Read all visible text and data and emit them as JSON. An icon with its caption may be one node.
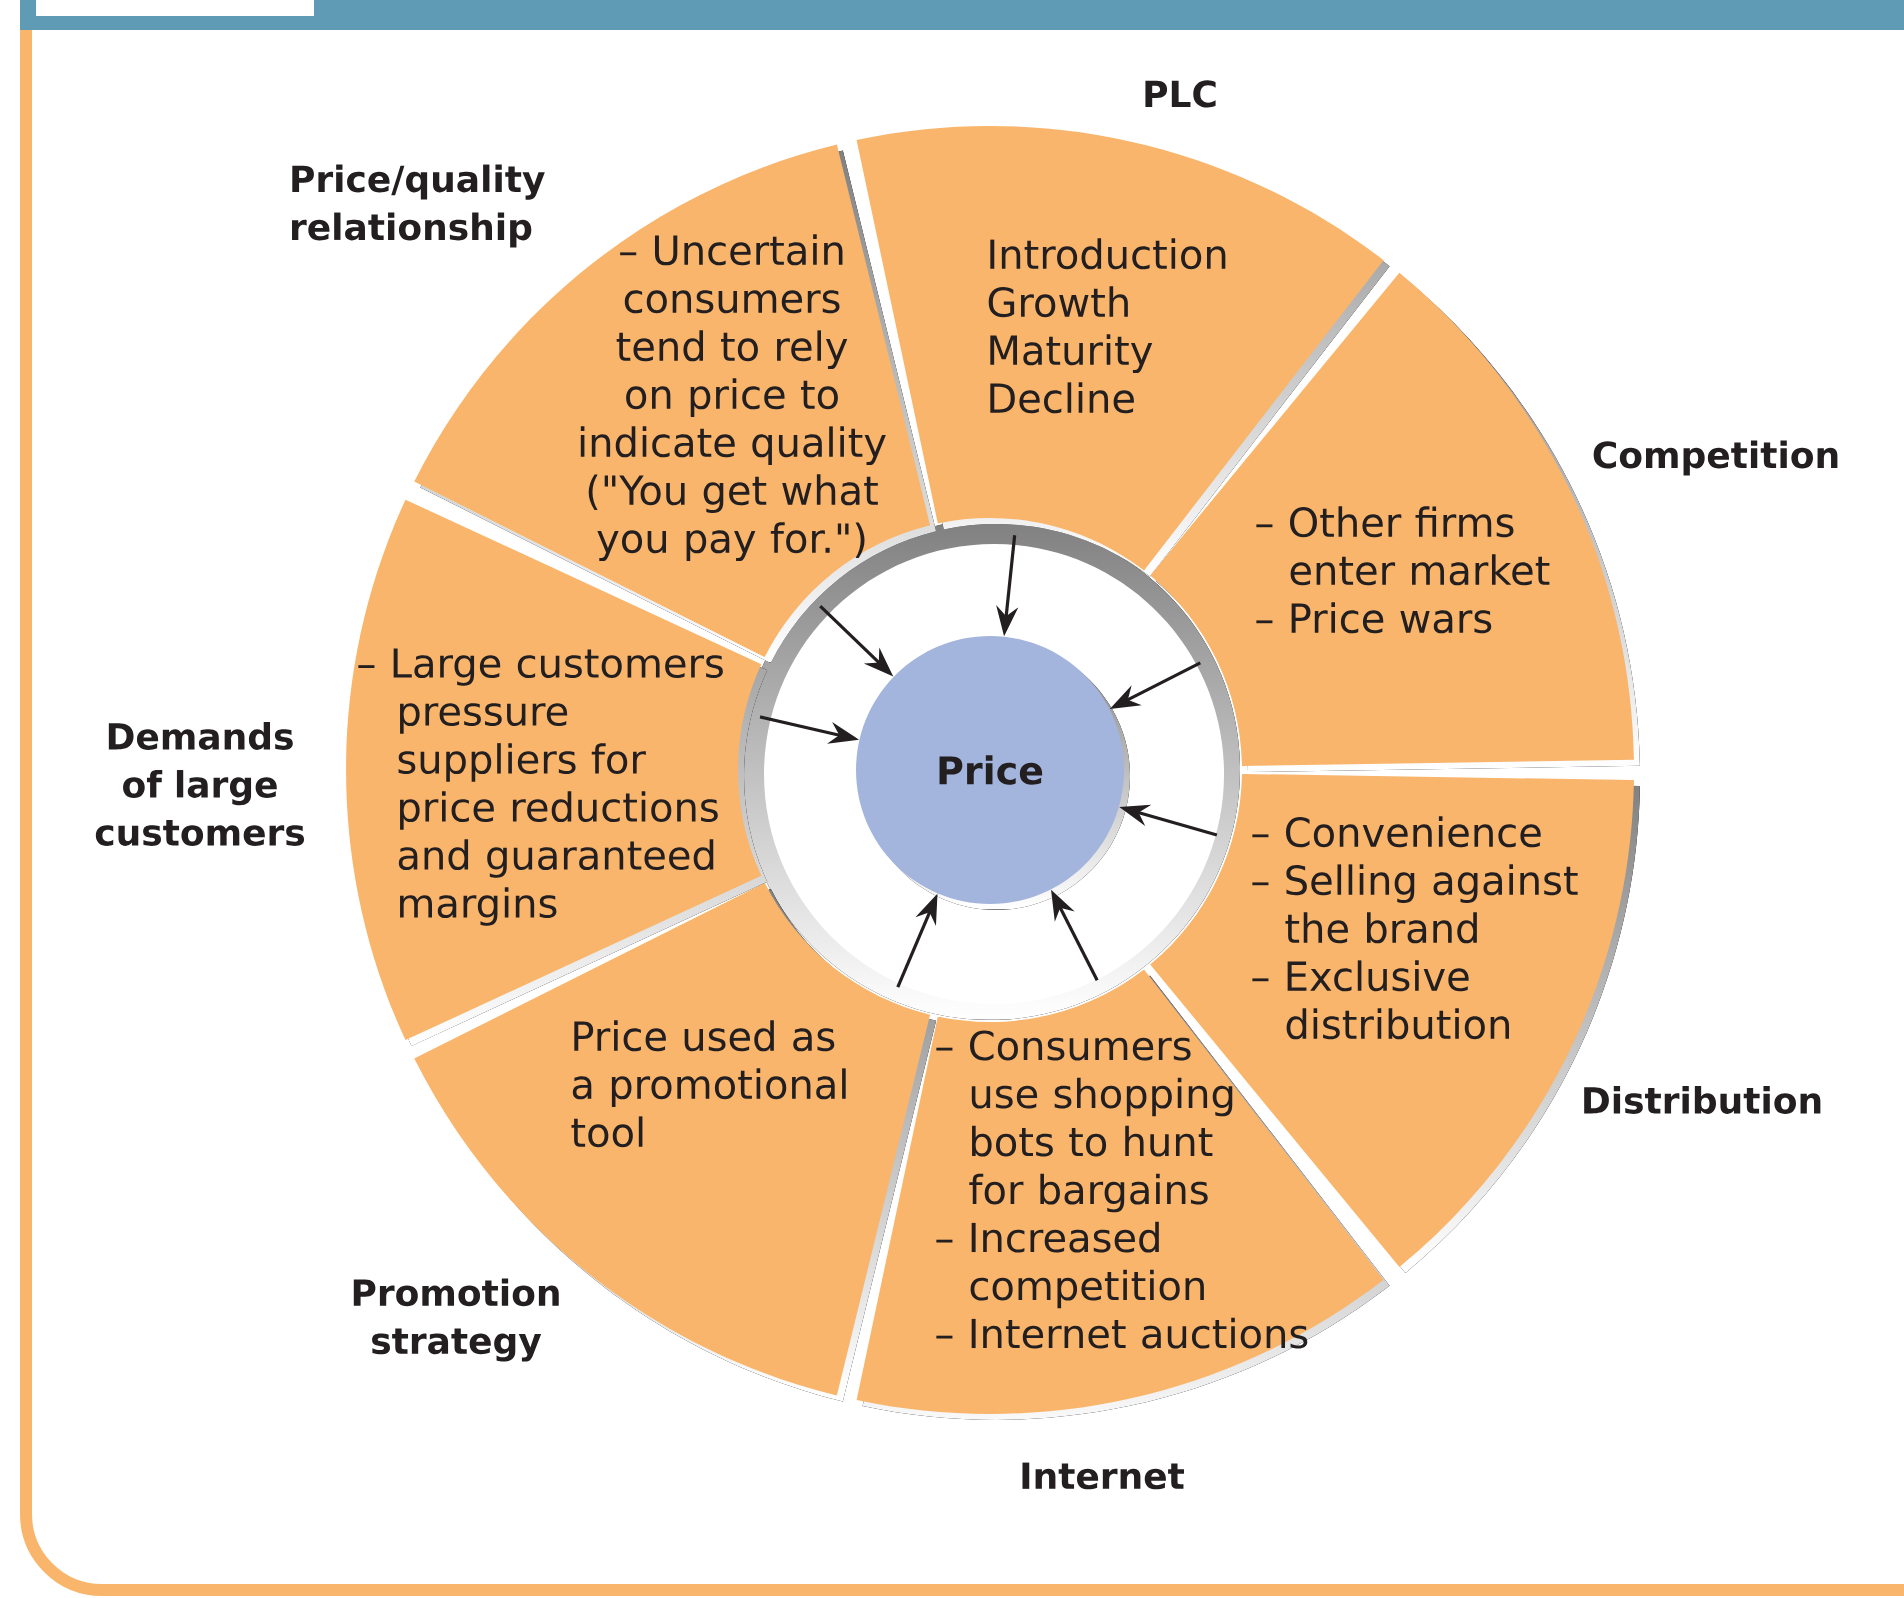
{
  "diagram": {
    "nodes": [
      {
        "text": [
          "Price/quality relationship",
          "– Uncertain consumers tend to rely on price to indicate quality (\"You get what you pay for.\")"
        ]
      },
      {
        "text": [
          "PLC",
          "Introduction Growth Maturity Decline"
        ]
      },
      {
        "text": [
          "Competition",
          "– Other firms enter market",
          "– Price wars"
        ]
      },
      {
        "text": [
          "– Convenience",
          "– Selling against the brand",
          "– Exclusive distribution",
          "Distribution"
        ]
      },
      {
        "text": [
          "– Consumers use shopping bots to hunt for bargains",
          "– Increased competition",
          "– Internet auctions",
          "Internet"
        ]
      },
      {
        "text": [
          "Price used as a promotional tool",
          "Promotion strategy"
        ]
      },
      {
        "text": [
          "Demands of large customers",
          "– Large customers pressure suppliers for price reductions and guaranteed margins"
        ]
      },
      {
        "text": [
          "Price"
        ]
      }
    ],
    "edges": [
      {
        "from": 0,
        "to": 7,
        "arrow": "to"
      },
      {
        "from": 1,
        "to": 7,
        "arrow": "to"
      },
      {
        "from": 2,
        "to": 7,
        "arrow": "to"
      },
      {
        "from": 3,
        "to": 7,
        "arrow": "to"
      },
      {
        "from": 4,
        "to": 7,
        "arrow": "to"
      },
      {
        "from": 5,
        "to": 7,
        "arrow": "to"
      },
      {
        "from": 6,
        "to": 7,
        "arrow": "to"
      }
    ]
  }
}
